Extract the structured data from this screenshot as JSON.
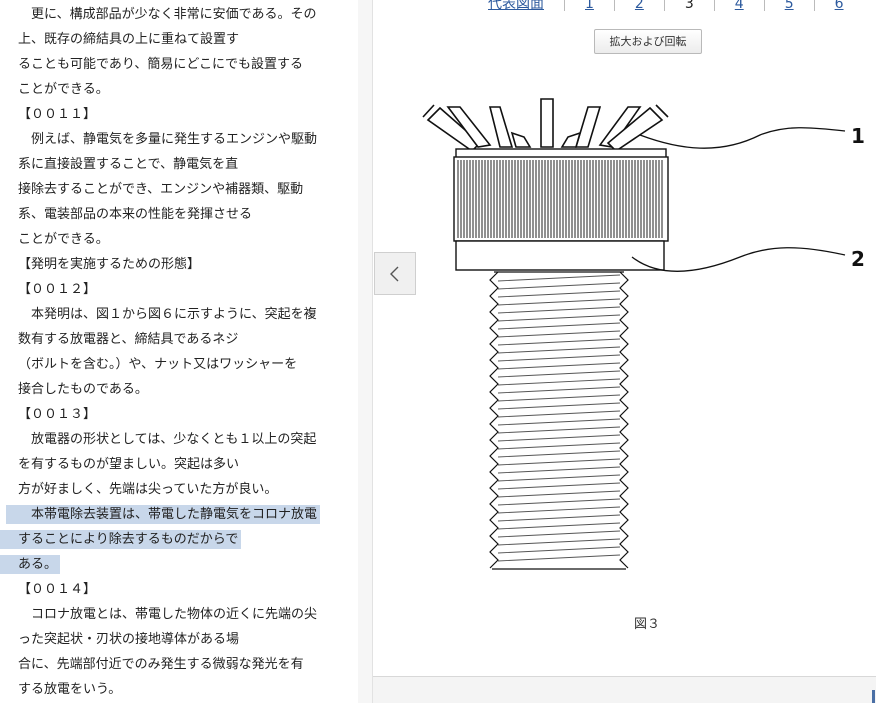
{
  "document": {
    "lines": [
      {
        "text": "　更に、構成部品が少なく非常に安価である。その",
        "highlight": false
      },
      {
        "text": "上、既存の締結具の上に重ねて設置す",
        "highlight": false
      },
      {
        "text": "ることも可能であり、簡易にどこにでも設置する",
        "highlight": false
      },
      {
        "text": "ことができる。",
        "highlight": false
      },
      {
        "text": "【００１１】",
        "highlight": false
      },
      {
        "text": "　例えば、静電気を多量に発生するエンジンや駆動",
        "highlight": false
      },
      {
        "text": "系に直接設置することで、静電気を直",
        "highlight": false
      },
      {
        "text": "接除去することができ、エンジンや補器類、駆動",
        "highlight": false
      },
      {
        "text": "系、電装部品の本来の性能を発揮させる",
        "highlight": false
      },
      {
        "text": "ことができる。",
        "highlight": false
      },
      {
        "text": "【発明を実施するための形態】",
        "highlight": false
      },
      {
        "text": "【００１２】",
        "highlight": false
      },
      {
        "text": "　本発明は、図１から図６に示すように、突起を複",
        "highlight": false
      },
      {
        "text": "数有する放電器と、締結具であるネジ",
        "highlight": false
      },
      {
        "text": "（ボルトを含む。）や、ナット又はワッシャーを",
        "highlight": false
      },
      {
        "text": "接合したものである。",
        "highlight": false
      },
      {
        "text": "【００１３】",
        "highlight": false
      },
      {
        "text": "　放電器の形状としては、少なくとも１以上の突起",
        "highlight": false
      },
      {
        "text": "を有するものが望ましい。突起は多い",
        "highlight": false
      },
      {
        "text": "方が好ましく、先端は尖っていた方が良い。",
        "highlight": false
      },
      {
        "text": "　本帯電除去装置は、帯電した静電気をコロナ放電",
        "highlight": true
      },
      {
        "text": "することにより除去するものだからで",
        "highlight": true
      },
      {
        "text": "ある。",
        "highlight": true
      },
      {
        "text": "【００１４】",
        "highlight": false
      },
      {
        "text": "　コロナ放電とは、帯電した物体の近くに先端の尖",
        "highlight": false
      },
      {
        "text": "った突起状・刃状の接地導体がある場",
        "highlight": false
      },
      {
        "text": "合に、先端部付近でのみ発生する微弱な発光を有",
        "highlight": false
      },
      {
        "text": "する放電をいう。",
        "highlight": false
      }
    ]
  },
  "viewer": {
    "pages": [
      {
        "label": "代表図面",
        "current": false
      },
      {
        "label": "1",
        "current": false
      },
      {
        "label": "2",
        "current": false
      },
      {
        "label": "3",
        "current": true
      },
      {
        "label": "4",
        "current": false
      },
      {
        "label": "5",
        "current": false
      },
      {
        "label": "6",
        "current": false
      }
    ],
    "zoom_button": "拡大および回転",
    "prev_icon": "chevron-left-icon",
    "figure": {
      "callout_1": "1",
      "callout_2": "2",
      "caption": "図３"
    }
  },
  "colors": {
    "link": "#2d5a9e",
    "highlight": "#c8d7ea"
  }
}
